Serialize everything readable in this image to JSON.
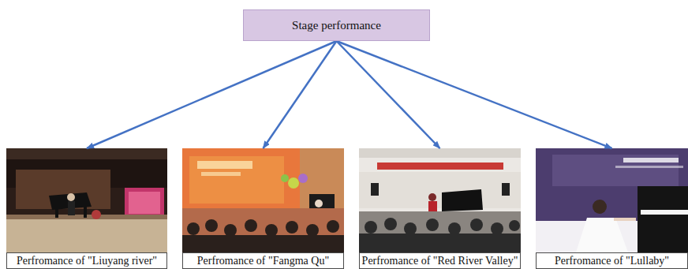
{
  "diagram": {
    "nodes": [
      {
        "text": [
          "Stage performance"
        ]
      },
      {
        "text": [
          "Perfromance of \"Liuyang river\""
        ]
      },
      {
        "text": [
          "Perfromance of \"Fangma Qu\""
        ]
      },
      {
        "text": [
          "Perfromance of \"Red River Valley\""
        ]
      },
      {
        "text": [
          "Perfromance of \"Lullaby\""
        ]
      }
    ],
    "edges": [
      {
        "from": 0,
        "to": 1,
        "arrow": "to"
      },
      {
        "from": 0,
        "to": 2,
        "arrow": "to"
      },
      {
        "from": 0,
        "to": 3,
        "arrow": "to"
      },
      {
        "from": 0,
        "to": 4,
        "arrow": "to"
      }
    ]
  }
}
